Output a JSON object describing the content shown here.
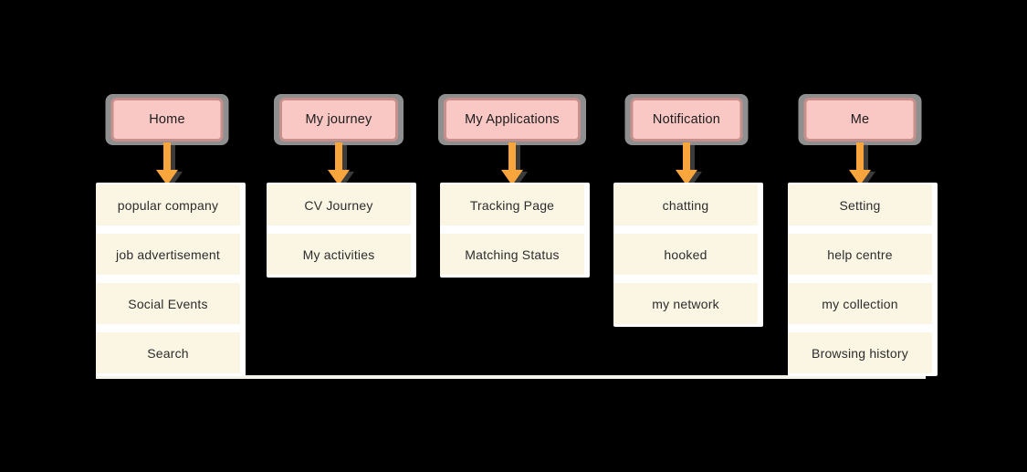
{
  "diagram": {
    "type": "sitemap-flow",
    "colors": {
      "background": "#000000",
      "node_fill": "#F9C8C5",
      "node_border": "#C7908C",
      "node_shadow": "#8F8F8F",
      "item_fill": "#FBF6E4",
      "card_white": "#FFFFFF",
      "arrow_orange": "#F7A53C",
      "text_dark": "#1c1c1c"
    }
  },
  "columns": [
    {
      "header": "Home",
      "items": [
        "popular company",
        "job advertisement",
        "Social Events",
        "Search"
      ]
    },
    {
      "header": "My journey",
      "items": [
        "CV Journey",
        "My activities"
      ]
    },
    {
      "header": "My Applications",
      "items": [
        "Tracking Page",
        "Matching Status"
      ]
    },
    {
      "header": "Notification",
      "items": [
        "chatting",
        "hooked",
        "my network"
      ]
    },
    {
      "header": "Me",
      "items": [
        "Setting",
        "help centre",
        "my collection",
        "Browsing history"
      ]
    }
  ]
}
